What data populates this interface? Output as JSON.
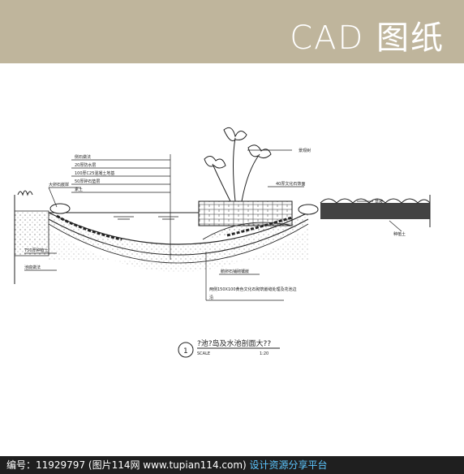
{
  "banner": {
    "title": "CAD 图纸"
  },
  "drawing": {
    "callouts_left": [
      "侧石做法",
      "20厚防水层",
      "100厚C25混凝土地基",
      "50厚碎石垫层",
      "素土"
    ],
    "callout_edge": "大卵石嵌岸",
    "callout_bottom_left": [
      "750厚种植土",
      "池底做法"
    ],
    "callouts_right": [
      "景观树",
      "40厚文化石饰面",
      "草坡",
      "种植土"
    ],
    "callout_mid": "鹅卵石铺砌镶嵌",
    "note_bottom": [
      "两侧150X100黄色文化石砌筑嵌缝处理及花池边",
      "沿"
    ],
    "caption": {
      "number": "1",
      "title": "?池?岛及水池剖面大??",
      "scale_label": "SCALE",
      "scale_value": "1:20"
    }
  },
  "footer": {
    "id_text": "编号：11929797 (图片114网 www.tupian114.com)",
    "link_text": "设计资源分享平台"
  }
}
